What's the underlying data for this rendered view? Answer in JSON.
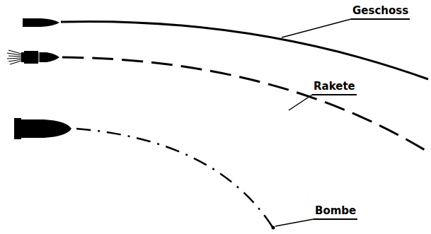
{
  "diagram": {
    "labels": [
      "Geschoss",
      "Rakete",
      "Bombe"
    ]
  }
}
